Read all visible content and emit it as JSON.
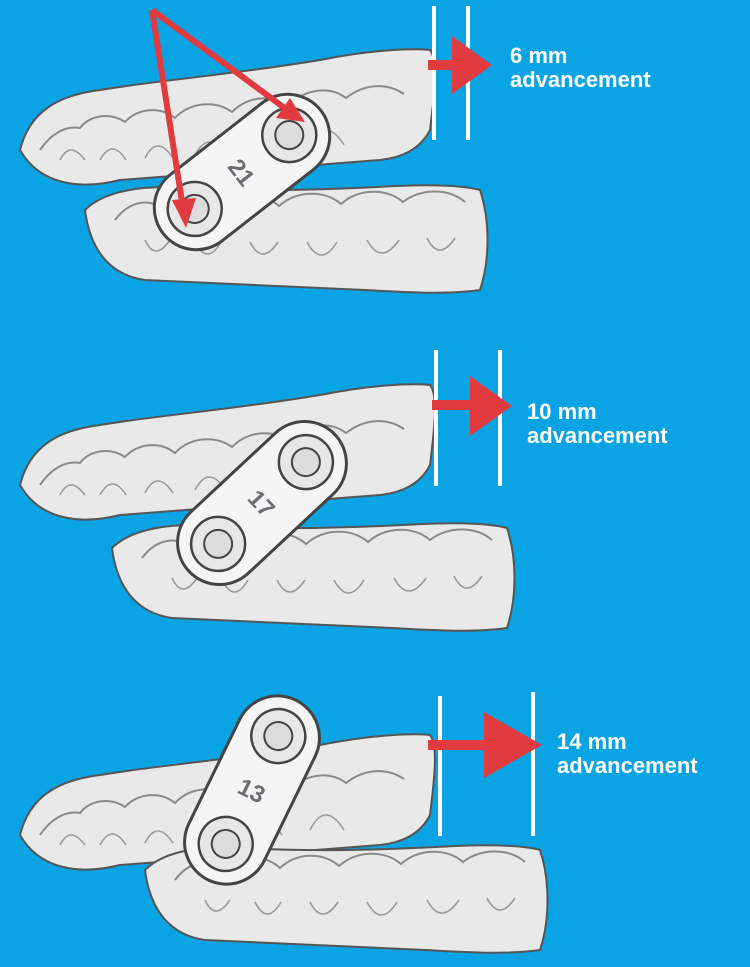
{
  "panels": [
    {
      "link_number": "21",
      "advancement_value": "6 mm",
      "advancement_word": "advancement"
    },
    {
      "link_number": "17",
      "advancement_value": "10 mm",
      "advancement_word": "advancement"
    },
    {
      "link_number": "13",
      "advancement_value": "14 mm",
      "advancement_word": "advancement"
    }
  ],
  "colors": {
    "background": "#0aa3e3",
    "arrow_red": "#e13a3f",
    "tray": "#ececec",
    "link": "#f4f4f4",
    "text": "#ffffff"
  }
}
